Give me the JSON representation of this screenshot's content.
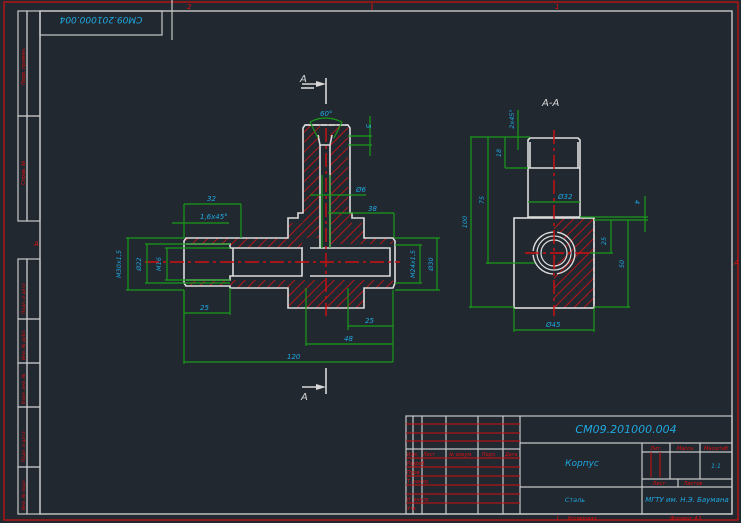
{
  "drawing": {
    "designation": "СМ09.201000.004",
    "designation_rotated": "СМ09.201000.004",
    "part_name": "Корпус",
    "material": "Сталь",
    "organization": "МГТУ им. Н.Э. Баумана",
    "scale": "1:1",
    "format": "Формат А3",
    "copied": "Копировал",
    "copied_num": "1",
    "zone_marks": {
      "top_left": "2",
      "top_mid": "1",
      "top_right": "1",
      "right": "А",
      "left": "А"
    }
  },
  "title_block": {
    "headers": [
      "Изм.",
      "Лист",
      "№ докум.",
      "Подп.",
      "Дата"
    ],
    "roles": [
      "Разраб.",
      "Пров.",
      "Т. контр.",
      "",
      "Н. контр.",
      "Утв."
    ],
    "lit_label": "Лит.",
    "mass_label": "Масса",
    "scale_label": "Масштаб",
    "sheet_label": "Лист",
    "sheets_label": "Листов"
  },
  "left_margin": {
    "labels": [
      "Перв. примен.",
      "Справ. №",
      "Подп. и дата",
      "Инв. № дубл.",
      "Взам. инв. №",
      "Подп. и дата",
      "Инв. № подл."
    ]
  },
  "main_view": {
    "section_mark_top": "А",
    "section_mark_bottom": "А",
    "dims": {
      "angle": "60°",
      "depth": "5",
      "bore": "Ø6",
      "d38": "38",
      "d32": "32",
      "chamfer": "1,6x45°",
      "thread_outer_left": "М30х1,5",
      "dia22": "Ø22",
      "thread_inner_left": "М16",
      "thread_right": "М24х1,5",
      "dia30": "Ø30",
      "d25_left": "25",
      "d25_right": "25",
      "d48": "48",
      "d120": "120"
    }
  },
  "section_view": {
    "title": "А-А",
    "dims": {
      "chamfer": "2х45°",
      "d18": "18",
      "d75": "75",
      "d100": "100",
      "dia32": "Ø32",
      "d4": "4",
      "d25": "25",
      "d50": "50",
      "dia45": "Ø45"
    }
  },
  "colors": {
    "background": "#212830",
    "frame": "#d01010",
    "outline": "#dcdcdc",
    "dimension": "#1a9a1a",
    "text": "#1fa8e0"
  }
}
